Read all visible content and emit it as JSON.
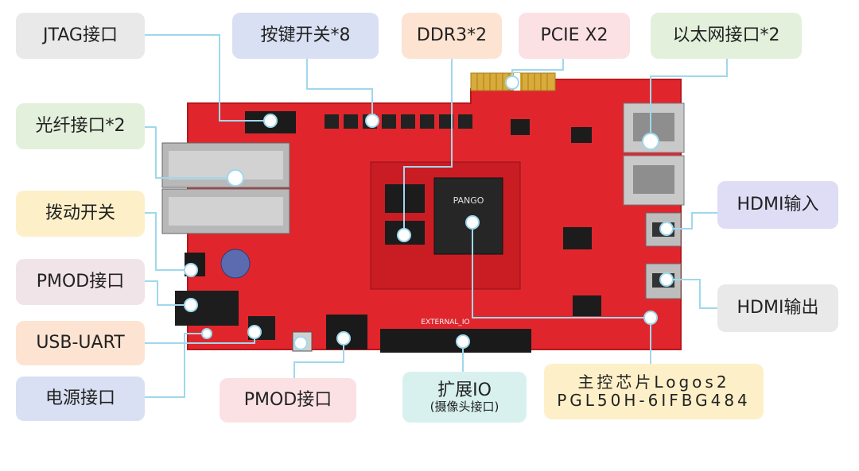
{
  "labels": {
    "jtag": "JTAG接口",
    "keys": "按键开关*8",
    "ddr3": "DDR3*2",
    "pcie": "PCIE X2",
    "ethernet": "以太网接口*2",
    "fiber": "光纤接口*2",
    "dip": "拨动开关",
    "pmod_left": "PMOD接口",
    "usb_uart": "USB-UART",
    "power": "电源接口",
    "pmod_bottom": "PMOD接口",
    "expand_line1": "扩展IO",
    "expand_line2": "(摄像头接口)",
    "main_chip_line1": "主控芯片Logos2",
    "main_chip_line2": "PGL50H-6IFBG484",
    "hdmi_in": "HDMI输入",
    "hdmi_out": "HDMI输出"
  },
  "board": {
    "chip_brand": "PANGO",
    "expansion_silk": "EXTERNAL_IO"
  },
  "colors": {
    "green": "#e3f0dc",
    "gray": "#e9e9e9",
    "blue": "#d9e0f3",
    "peach": "#fde3d2",
    "pink": "#fbe1e4",
    "yellow": "#fdf0c8",
    "lavender": "#dfdcf5",
    "mauve": "#f1e4e8",
    "teal": "#d8f1ef",
    "board": "#e0262c",
    "line": "#9fd8ec"
  }
}
